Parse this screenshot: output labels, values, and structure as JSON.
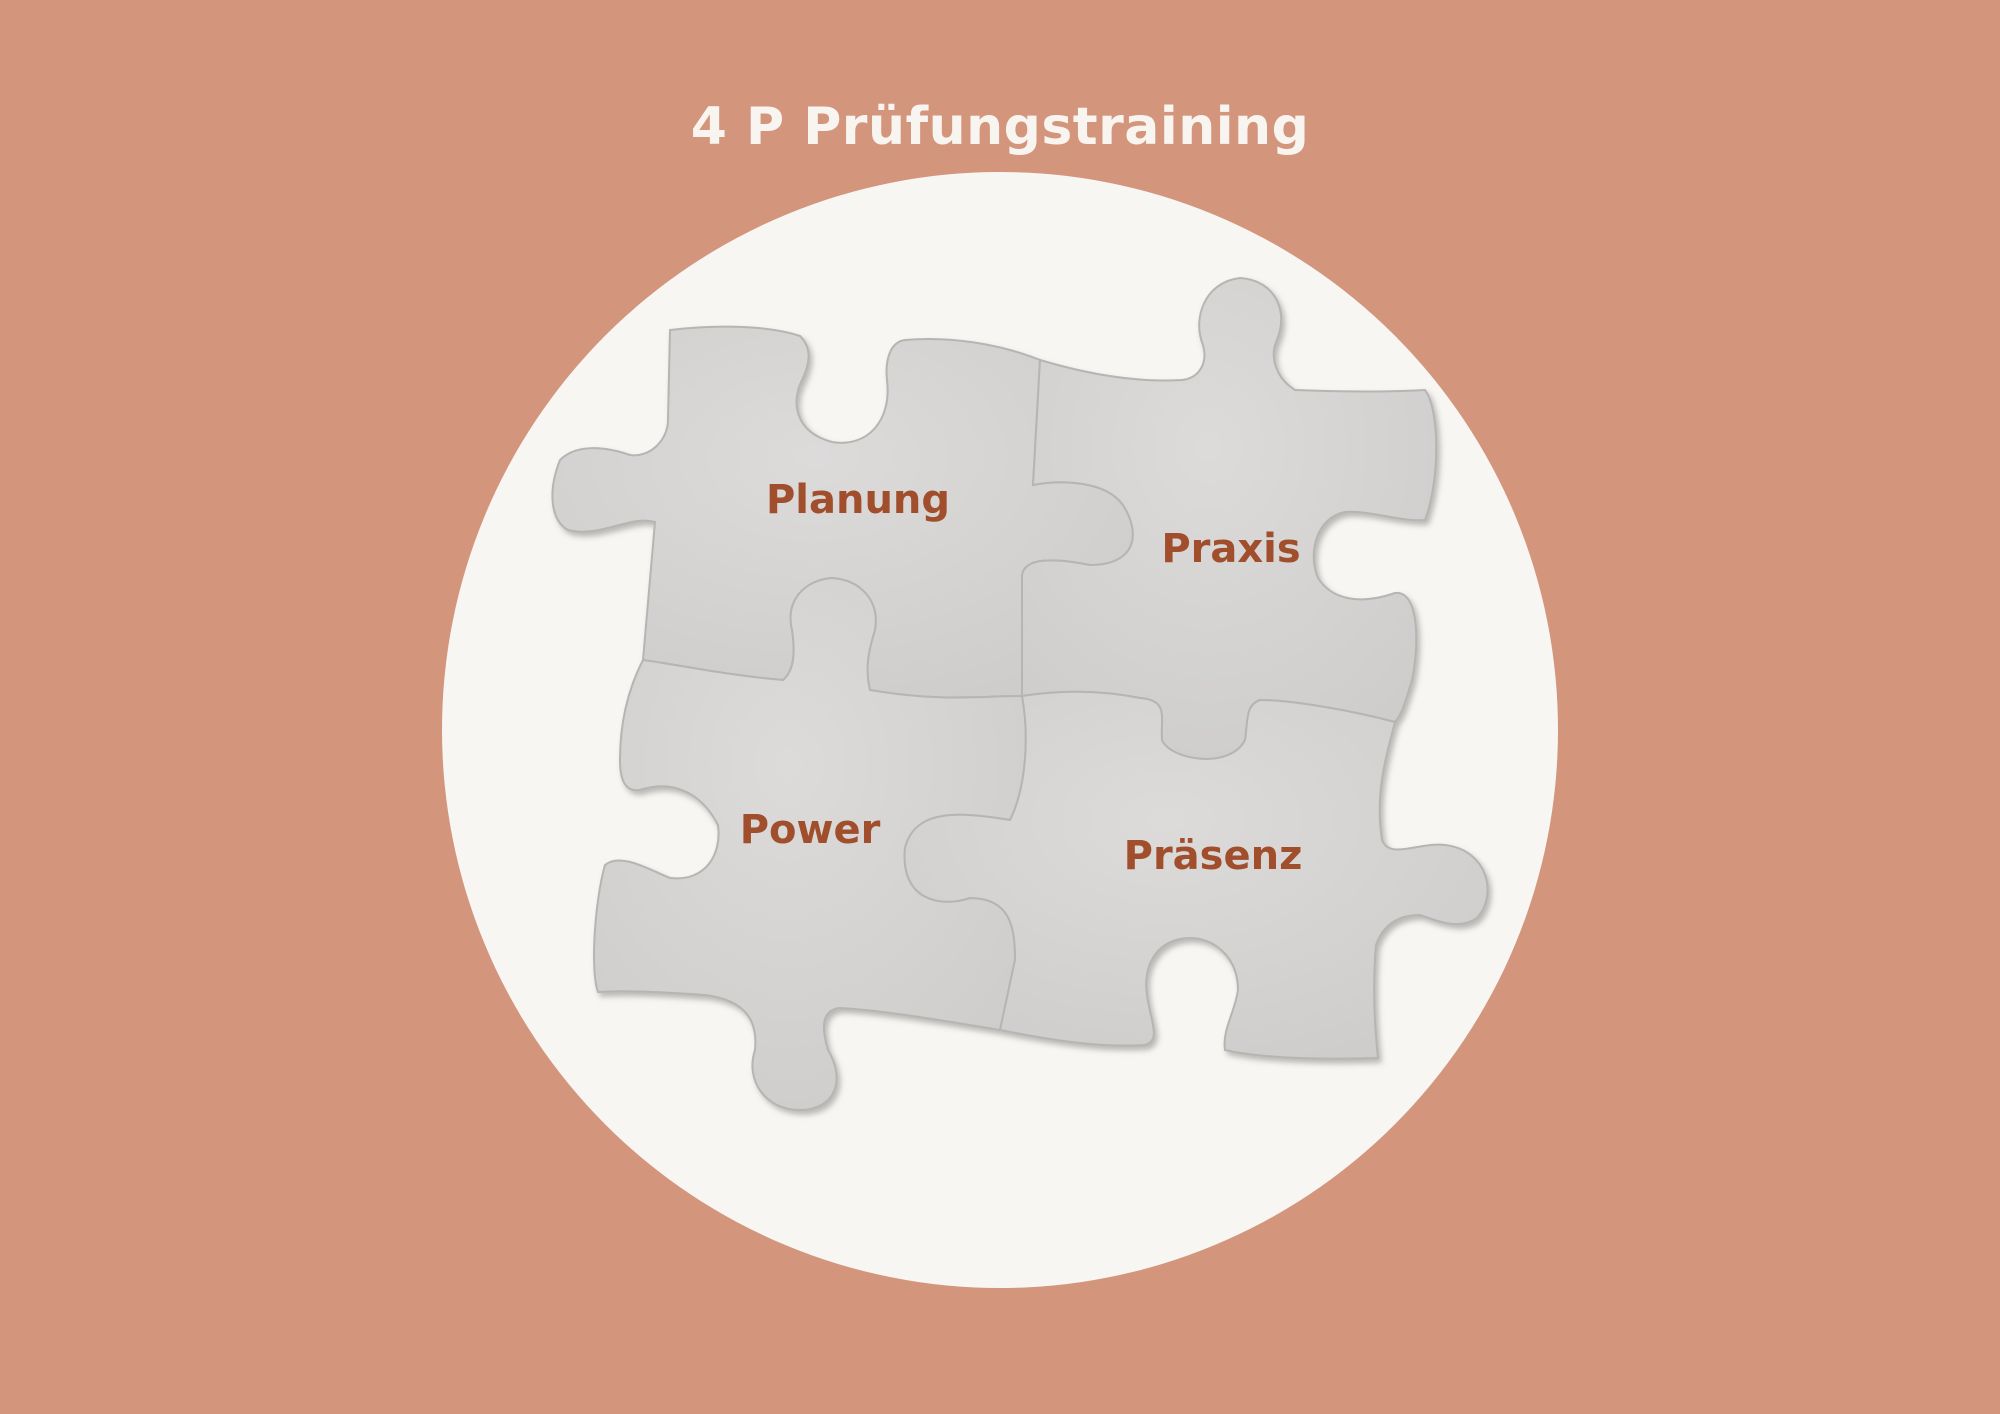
{
  "title": "4 P Prüfungstraining",
  "pieces": [
    {
      "id": "planung",
      "label": "Planung"
    },
    {
      "id": "praxis",
      "label": "Praxis"
    },
    {
      "id": "power",
      "label": "Power"
    },
    {
      "id": "praesenz",
      "label": "Präsenz"
    }
  ],
  "colors": {
    "background": "#d4957d",
    "circle": "#f8f6f3",
    "piece": "#d6d5d4",
    "label": "#a14e2c",
    "title": "#f8f5f1"
  }
}
